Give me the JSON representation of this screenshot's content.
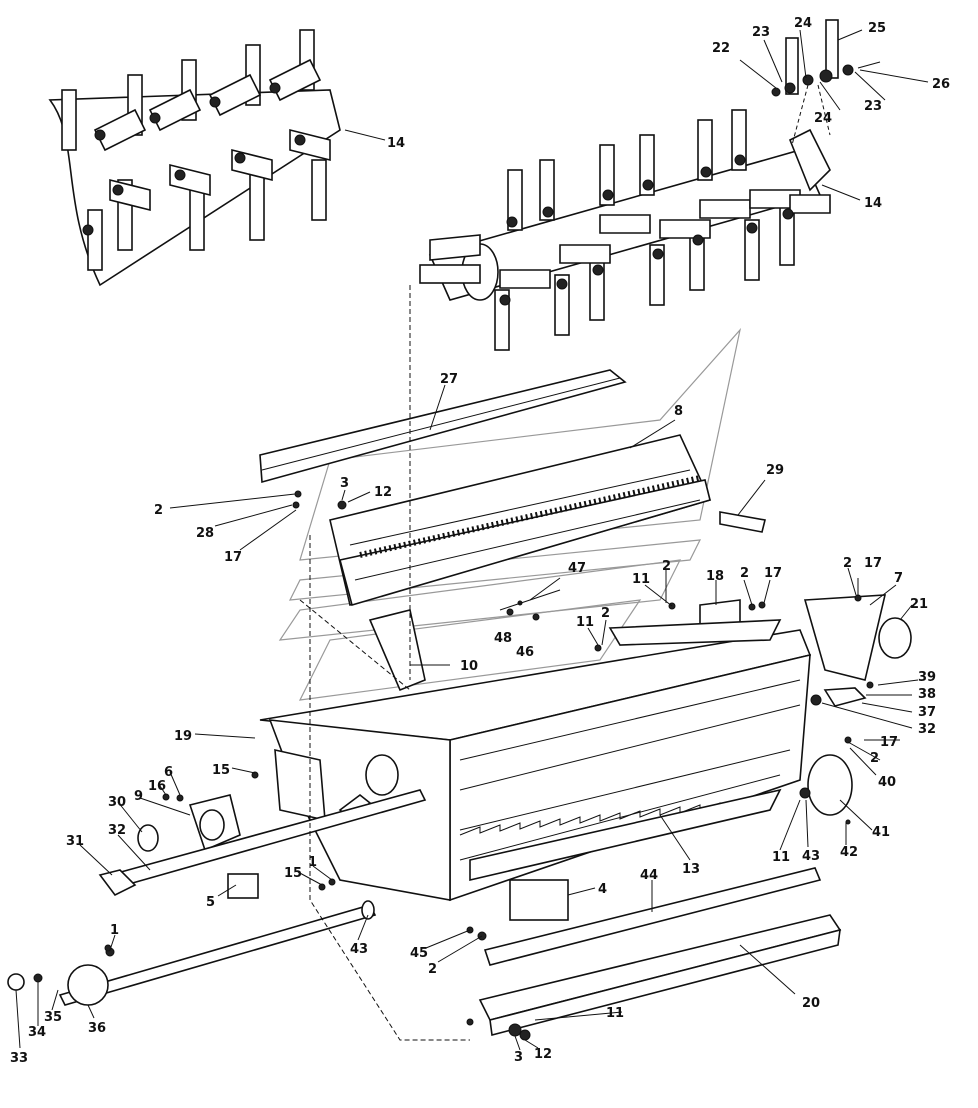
{
  "diagram": {
    "labels": [
      {
        "id": "l14a",
        "text": "14"
      },
      {
        "id": "l22",
        "text": "22"
      },
      {
        "id": "l23a",
        "text": "23"
      },
      {
        "id": "l24a",
        "text": "24"
      },
      {
        "id": "l25",
        "text": "25"
      },
      {
        "id": "l26",
        "text": "26"
      },
      {
        "id": "l23b",
        "text": "23"
      },
      {
        "id": "l24b",
        "text": "24"
      },
      {
        "id": "l14b",
        "text": "14"
      },
      {
        "id": "l27",
        "text": "27"
      },
      {
        "id": "l8",
        "text": "8"
      },
      {
        "id": "l29",
        "text": "29"
      },
      {
        "id": "l2a",
        "text": "2"
      },
      {
        "id": "l3a",
        "text": "3"
      },
      {
        "id": "l12a",
        "text": "12"
      },
      {
        "id": "l28",
        "text": "28"
      },
      {
        "id": "l17a",
        "text": "17"
      },
      {
        "id": "l47",
        "text": "47"
      },
      {
        "id": "l11a",
        "text": "11"
      },
      {
        "id": "l2b",
        "text": "2"
      },
      {
        "id": "l18",
        "text": "18"
      },
      {
        "id": "l2c",
        "text": "2"
      },
      {
        "id": "l17b",
        "text": "17"
      },
      {
        "id": "l2d",
        "text": "2"
      },
      {
        "id": "l17c",
        "text": "17"
      },
      {
        "id": "l7",
        "text": "7"
      },
      {
        "id": "l21",
        "text": "21"
      },
      {
        "id": "l48",
        "text": "48"
      },
      {
        "id": "l46",
        "text": "46"
      },
      {
        "id": "l11b",
        "text": "11"
      },
      {
        "id": "l2e",
        "text": "2"
      },
      {
        "id": "l10",
        "text": "10"
      },
      {
        "id": "l39",
        "text": "39"
      },
      {
        "id": "l38",
        "text": "38"
      },
      {
        "id": "l37",
        "text": "37"
      },
      {
        "id": "l32a",
        "text": "32"
      },
      {
        "id": "l17d",
        "text": "17"
      },
      {
        "id": "l2f",
        "text": "2"
      },
      {
        "id": "l40",
        "text": "40"
      },
      {
        "id": "l19",
        "text": "19"
      },
      {
        "id": "l15a",
        "text": "15"
      },
      {
        "id": "l6",
        "text": "6"
      },
      {
        "id": "l16",
        "text": "16"
      },
      {
        "id": "l9",
        "text": "9"
      },
      {
        "id": "l30",
        "text": "30"
      },
      {
        "id": "l41",
        "text": "41"
      },
      {
        "id": "l42",
        "text": "42"
      },
      {
        "id": "l11c",
        "text": "11"
      },
      {
        "id": "l43a",
        "text": "43"
      },
      {
        "id": "l13",
        "text": "13"
      },
      {
        "id": "l31",
        "text": "31"
      },
      {
        "id": "l32b",
        "text": "32"
      },
      {
        "id": "l15b",
        "text": "15"
      },
      {
        "id": "l1a",
        "text": "1"
      },
      {
        "id": "l5",
        "text": "5"
      },
      {
        "id": "l44",
        "text": "44"
      },
      {
        "id": "l4",
        "text": "4"
      },
      {
        "id": "l1b",
        "text": "1"
      },
      {
        "id": "l43b",
        "text": "43"
      },
      {
        "id": "l45",
        "text": "45"
      },
      {
        "id": "l2g",
        "text": "2"
      },
      {
        "id": "l20",
        "text": "20"
      },
      {
        "id": "l11d",
        "text": "11"
      },
      {
        "id": "l33",
        "text": "33"
      },
      {
        "id": "l34",
        "text": "34"
      },
      {
        "id": "l35",
        "text": "35"
      },
      {
        "id": "l36",
        "text": "36"
      },
      {
        "id": "l3b",
        "text": "3"
      },
      {
        "id": "l12b",
        "text": "12"
      }
    ]
  }
}
